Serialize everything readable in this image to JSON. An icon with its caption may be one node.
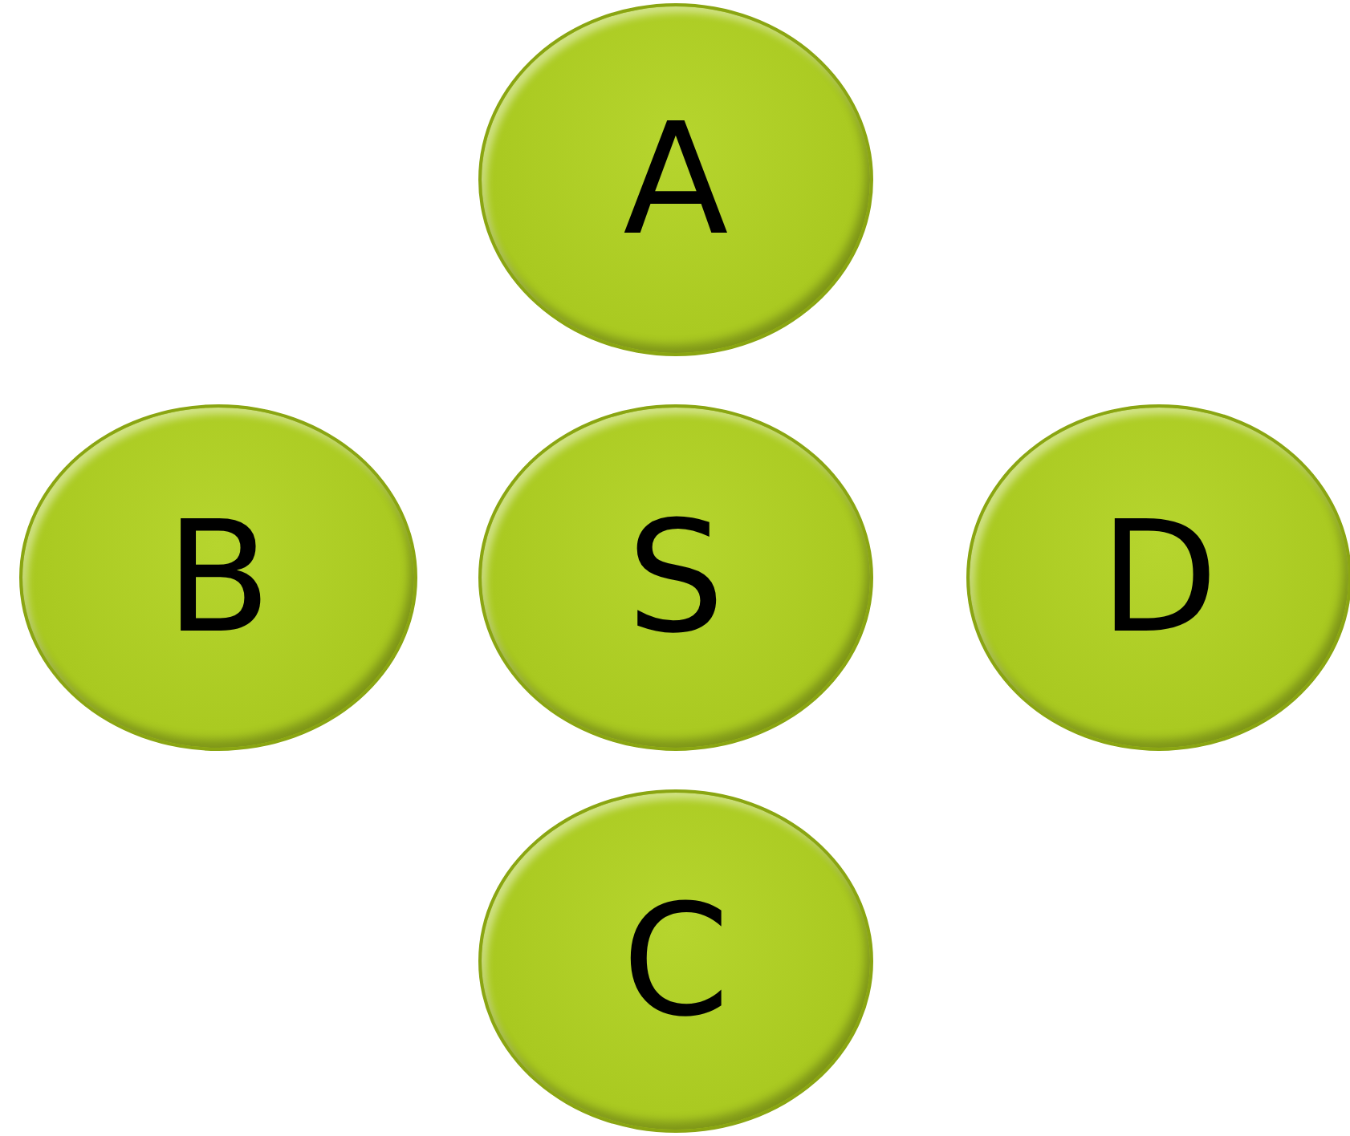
{
  "diagram": {
    "nodes": [
      {
        "text": [
          "A"
        ]
      },
      {
        "text": [
          "B"
        ]
      },
      {
        "text": [
          "S"
        ]
      },
      {
        "text": [
          "D"
        ]
      },
      {
        "text": [
          "C"
        ]
      }
    ]
  }
}
